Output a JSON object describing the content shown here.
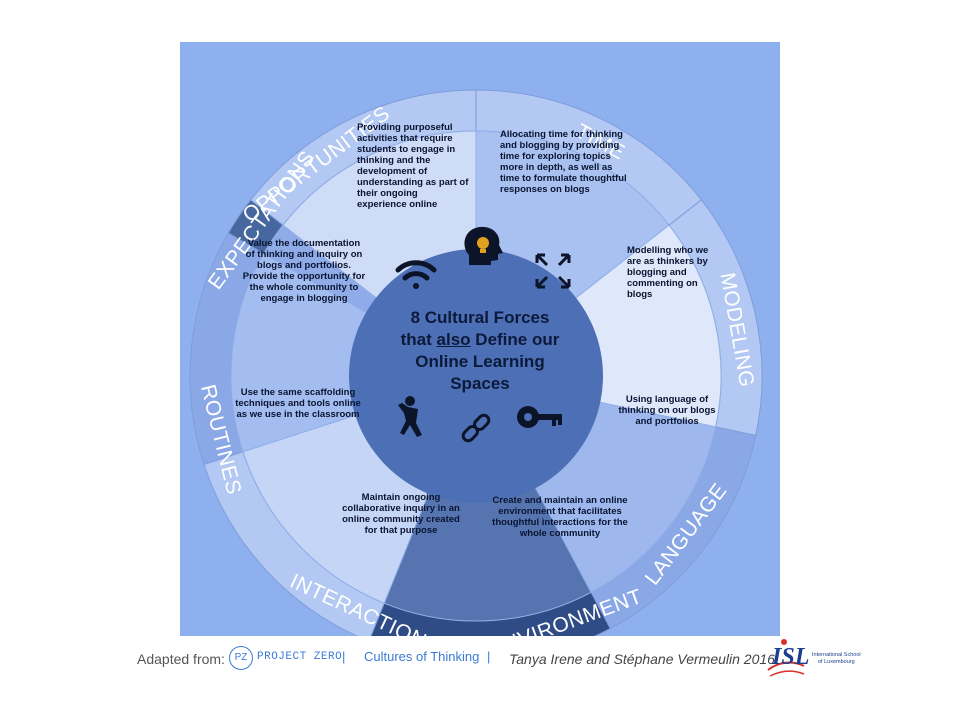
{
  "diagram": {
    "center_title_lines": [
      "8 Cultural Forces",
      "that also Define our",
      "Online Learning",
      "Spaces"
    ],
    "center_title_underline": "also",
    "forces": [
      {
        "name": "OPPORTUNITIES",
        "description": "Providing purposeful activities that require students to engage in thinking and the development of understanding as part of their ongoing experience online"
      },
      {
        "name": "TIME",
        "description": "Allocating time for thinking and blogging by providing time for exploring topics more in depth,  as well as time to formulate thoughtful responses on blogs"
      },
      {
        "name": "MODELING",
        "description": "Modelling who we are as thinkers by blogging and commenting on blogs"
      },
      {
        "name": "LANGUAGE",
        "description": "Using language of thinking on our blogs and portfolios"
      },
      {
        "name": "ENVIRONMENT",
        "description": "Create and maintain an online environment that facilitates thoughtful interactions for the whole community"
      },
      {
        "name": "INTERACTIONS",
        "description": "Maintain ongoing collaborative inquiry in an online community created for that purpose"
      },
      {
        "name": "ROUTINES",
        "description": "Use the same scaffolding techniques and tools online as we use in the classroom"
      },
      {
        "name": "EXPECTATIONS",
        "description": "Value the documentation of thinking and inquiry on blogs and portfolios. Provide the opportunity for the whole community to engage in blogging"
      }
    ],
    "icons": [
      "wifi-icon",
      "head-lightbulb-icon",
      "expand-arrows-icon",
      "key-icon",
      "chain-link-icon",
      "climbing-figure-icon"
    ],
    "colors": {
      "panel": "#8fb0ee",
      "center": "#4d6fb5",
      "dark_segment": "#46689f",
      "light_segment": "#cfdcf7"
    }
  },
  "footer": {
    "adapted_label": "Adapted from:",
    "pz_badge": "PZ",
    "project_zero": "PROJECT ZERO",
    "separator": "|",
    "cultures": "Cultures of Thinking",
    "authors": "Tanya Irene and Stéphane Vermeulin 2016",
    "logo_letters": "ISL",
    "logo_line1": "International School",
    "logo_line2": "of Luxembourg"
  }
}
